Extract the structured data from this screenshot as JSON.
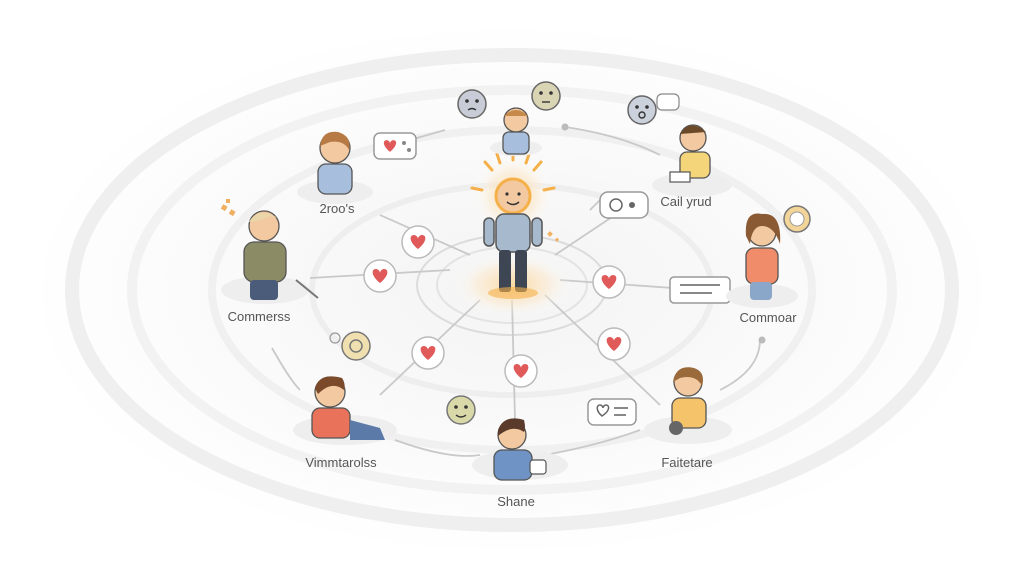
{
  "labels": {
    "person_top_left": "2roo's",
    "person_top_right": "Cail yrud",
    "person_left": "Commerss",
    "person_right": "Commoar",
    "person_bottom_left": "Vimmtarolss",
    "person_bottom_right": "Faitetare",
    "person_bottom": "Shane"
  },
  "colors": {
    "glow": "#f6b04a",
    "heart": "#e05a5a",
    "line": "#c9c9c9",
    "ring": "#e4e4e4",
    "skin": "#f2c9a0"
  },
  "icons": [
    "heart-icon",
    "chat-bubble-icon",
    "emoji-face-icon",
    "sun-rays-icon"
  ]
}
